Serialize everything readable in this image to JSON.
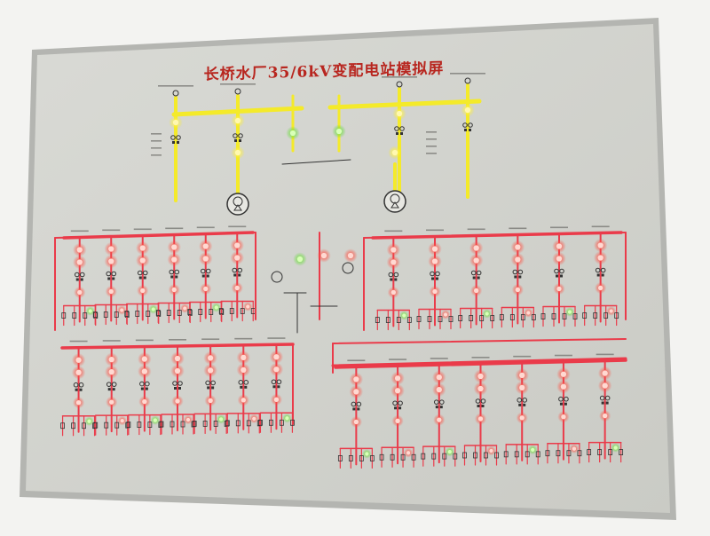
{
  "panel": {
    "title": "长桥水厂35/6kV变配电站模拟屏",
    "colors": {
      "panel_face": "#d3d4cf",
      "panel_frame": "#a9aaa6",
      "busbar_35kv": "#f4ea2a",
      "busbar_6kv": "#ea3b4a",
      "lamp_on": "#ff4a3d",
      "lamp_green": "#5fd63a",
      "symbol": "#333333"
    }
  },
  "sections": {
    "high_voltage_35kv": {
      "bus_count": 2,
      "incoming_feeders": 4,
      "transformers": 2
    },
    "upper_6kv": {
      "left_bus_feeders": 6,
      "right_bus_feeders": 6
    },
    "lower_6kv": {
      "left_bus_feeders": 7,
      "right_bus_feeders": 7
    }
  }
}
